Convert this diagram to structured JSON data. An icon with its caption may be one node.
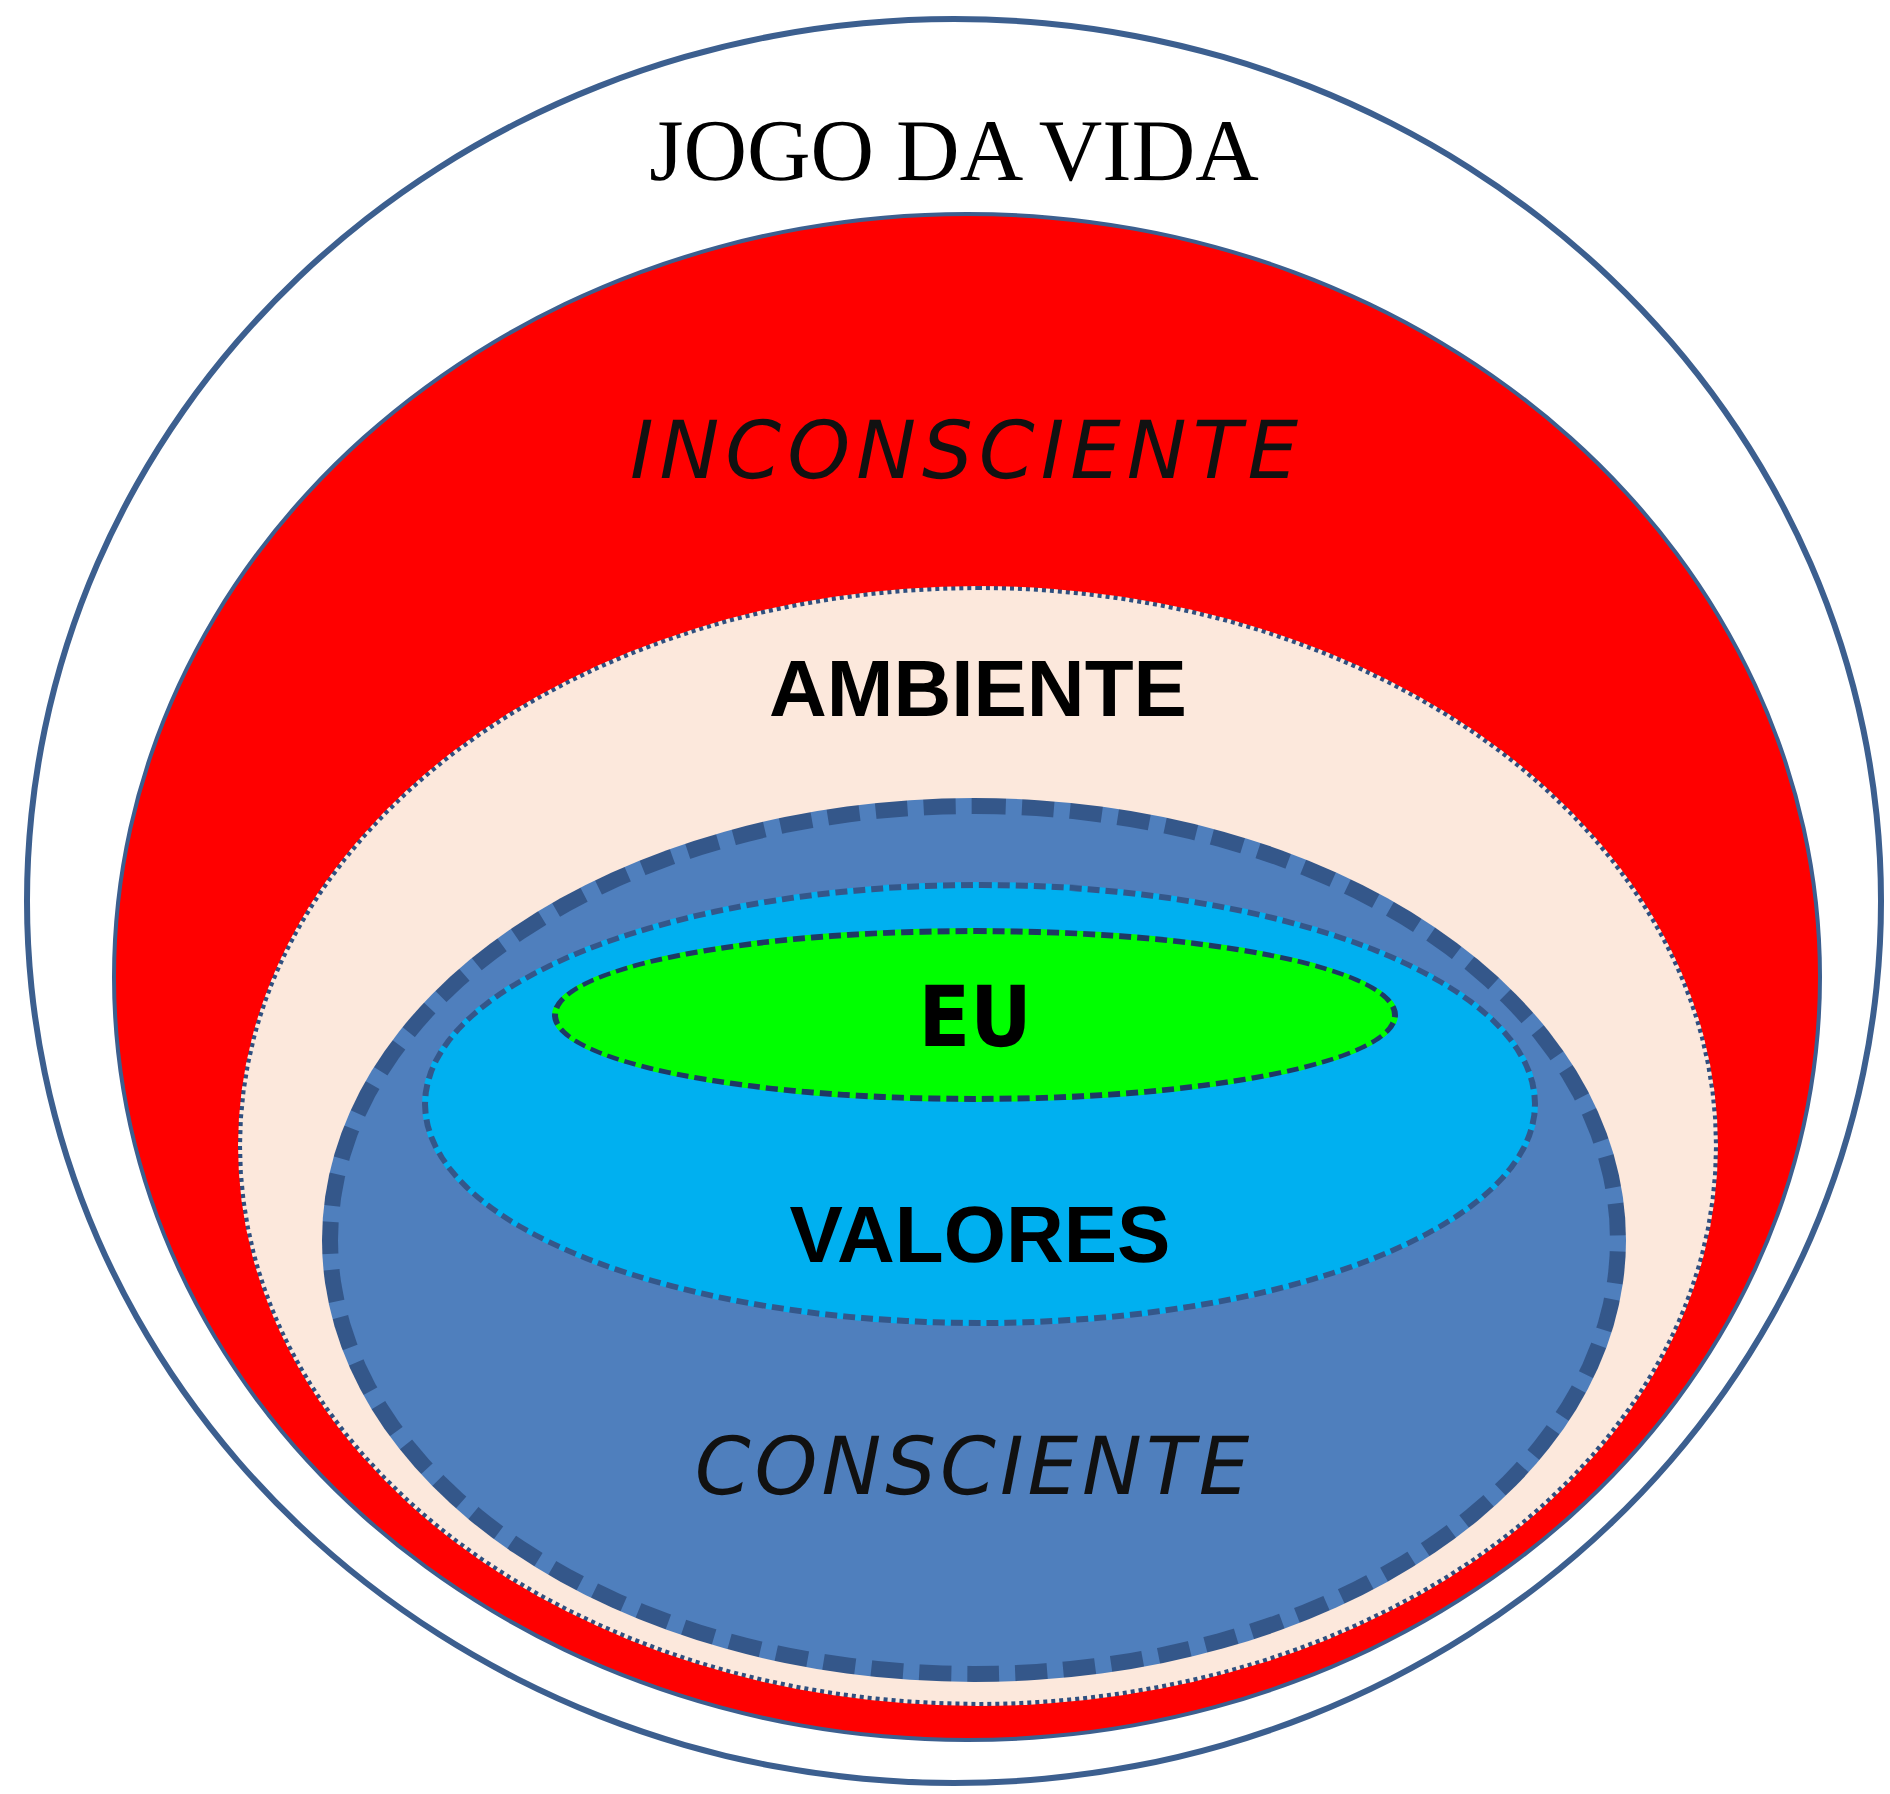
{
  "diagram": {
    "nodes": [
      {
        "text": [
          "JOGO DA VIDA"
        ]
      },
      {
        "text": [
          "INCONSCIENTE"
        ],
        "in": 0
      },
      {
        "text": [
          "AMBIENTE"
        ],
        "in": 1
      },
      {
        "text": [
          "CONSCIENTE"
        ],
        "in": 2
      },
      {
        "text": [
          "VALORES"
        ],
        "in": 3
      },
      {
        "text": [
          "EU"
        ],
        "in": 4
      }
    ]
  }
}
